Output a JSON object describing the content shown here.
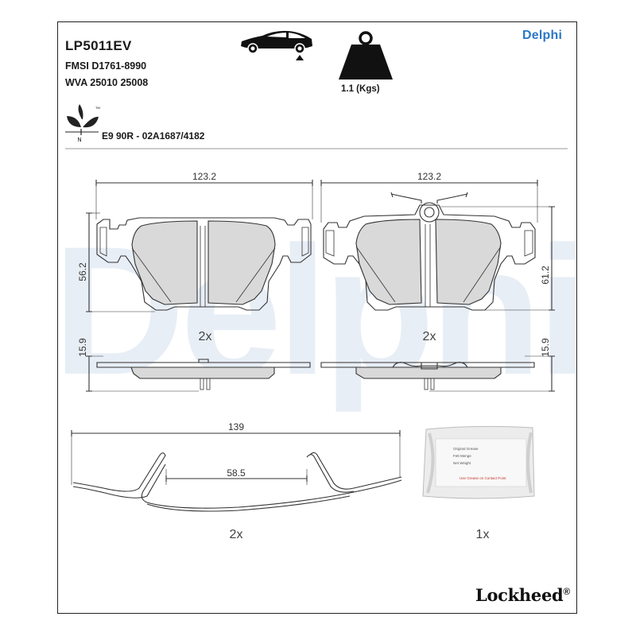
{
  "header": {
    "part_code": "LP5011EV",
    "fmsi": "FMSI D1761-8990",
    "wva": "WVA 25010 25008",
    "weight": "1.1 (Kgs)",
    "brand": "Delphi",
    "approval": "E9 90R - 02A1687/4182",
    "eco_mark": "N",
    "trademark": "TM"
  },
  "watermark": "Delphi",
  "dimensions": {
    "pad_left_width": "123.2",
    "pad_right_width": "123.2",
    "pad_left_height": "56.2",
    "pad_right_height": "61.2",
    "pad_left_thickness": "15.9",
    "pad_right_thickness": "15.9",
    "spring_length": "139",
    "spring_inner": "58.5"
  },
  "quantities": {
    "pads_left": "2x",
    "pads_right": "2x",
    "springs": "2x",
    "grease": "1x"
  },
  "grease_sachet": {
    "lines": [
      "Original Grease",
      "Fett Menge",
      "Net Weight"
    ],
    "warning": "Use Grease on Contact Point"
  },
  "footer": {
    "brand": "Lockheed",
    "registered": "®"
  },
  "colors": {
    "brand_blue": "#2b78c6",
    "watermark": "#e8eef6",
    "friction": "#d9d9d9",
    "line": "#333333"
  }
}
